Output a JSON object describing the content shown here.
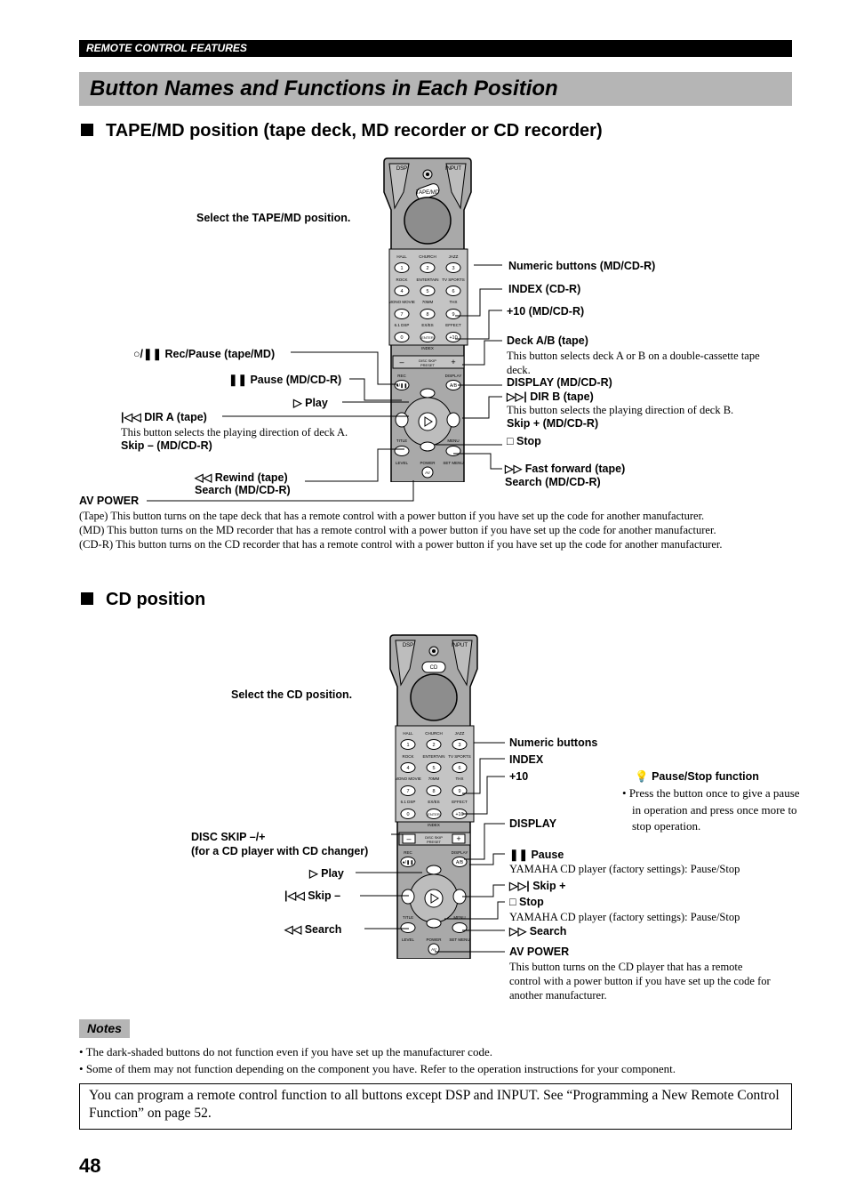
{
  "header": {
    "section": "REMOTE CONTROL FEATURES",
    "title": "Button Names and Functions in Each Position"
  },
  "tape": {
    "heading": "TAPE/MD position (tape deck, MD recorder or CD recorder)",
    "select": "Select the TAPE/MD position.",
    "numeric": "Numeric buttons (MD/CD-R)",
    "index": "INDEX (CD-R)",
    "plus10": "+10 (MD/CD-R)",
    "deck_ab": "Deck A/B (tape)",
    "deck_ab_desc": "This button selects deck A or B on a double-cassette tape deck.",
    "display": "DISPLAY (MD/CD-R)",
    "dir_b": "DIR B (tape)",
    "dir_b_desc": "This button selects the playing direction of deck B.",
    "skip_plus": "Skip + (MD/CD-R)",
    "stop": "Stop",
    "ff": "Fast forward (tape)",
    "ff_search": "Search (MD/CD-R)",
    "rec_pause": "Rec/Pause (tape/MD)",
    "pause": "Pause (MD/CD-R)",
    "play": "Play",
    "dir_a": "DIR A (tape)",
    "dir_a_desc": "This button selects the playing direction of deck A.",
    "skip_minus": "Skip – (MD/CD-R)",
    "rewind": "Rewind (tape)",
    "rewind_search": "Search (MD/CD-R)",
    "av_power": "AV POWER",
    "av_power_desc": [
      "(Tape) This button turns on the tape deck that has a remote control with a power button if you have set up the code for another manufacturer.",
      "(MD) This button turns on the MD recorder that has a remote control with a power button if you have set up the code for another manufacturer.",
      "(CD-R) This button turns on the CD recorder that has a remote control with a power button if you have set up the code for another manufacturer."
    ]
  },
  "cd": {
    "heading": "CD position",
    "select": "Select the CD position.",
    "numeric": "Numeric buttons",
    "index": "INDEX",
    "plus10": "+10",
    "pause_stop_title": "Pause/Stop function",
    "pause_stop_desc": "Press the button once to give a pause in operation and press once more to stop operation.",
    "display": "DISPLAY",
    "disc_skip": "DISC SKIP –/+",
    "disc_skip_note": "(for a CD player with CD changer)",
    "pause": "Pause",
    "pause_desc": "YAMAHA CD player (factory settings): Pause/Stop",
    "play": "Play",
    "skip_minus": "Skip –",
    "skip_plus": "Skip +",
    "stop": "Stop",
    "stop_desc": "YAMAHA CD player (factory settings): Pause/Stop",
    "search_left": "Search",
    "search_right": "Search",
    "av_power": "AV POWER",
    "av_power_desc": "This button turns on the CD player that has a remote control with a power button if you have set up the code for another manufacturer."
  },
  "remote": {
    "dsp": "DSP",
    "input": "INPUT",
    "tape_btn": "TAPE/MD",
    "cd_btn": "CD",
    "pad_labels": [
      "HALL",
      "CHURCH",
      "JAZZ",
      "ROCK",
      "ENTERTAIN",
      "TV SPORTS",
      "MONO MOVIE",
      "70MM",
      "THX",
      "6.1 DSP",
      "EX/ES",
      "EFFECT"
    ],
    "keys": [
      "1",
      "2",
      "3",
      "4",
      "5",
      "6",
      "7",
      "8",
      "9",
      "0",
      "ENTER",
      "+10"
    ],
    "index": "INDEX",
    "disc_skip": "DISC SKIP",
    "preset": "PRESET",
    "rec": "REC",
    "display": "DISPLAY",
    "title": "TITLE",
    "menu": "MENU",
    "level": "LEVEL",
    "power": "POWER",
    "set_menu": "SET MENU",
    "av": "AV"
  },
  "notes": {
    "tag": "Notes",
    "items": [
      "The dark-shaded buttons do not function even if you have set up the manufacturer code.",
      "Some of them may not function depending on the component you have. Refer to the operation instructions for your component."
    ]
  },
  "box_text": "You can program a remote control function to all buttons except DSP and INPUT. See “Programming a New Remote Control Function” on page 52.",
  "page_number": "48"
}
